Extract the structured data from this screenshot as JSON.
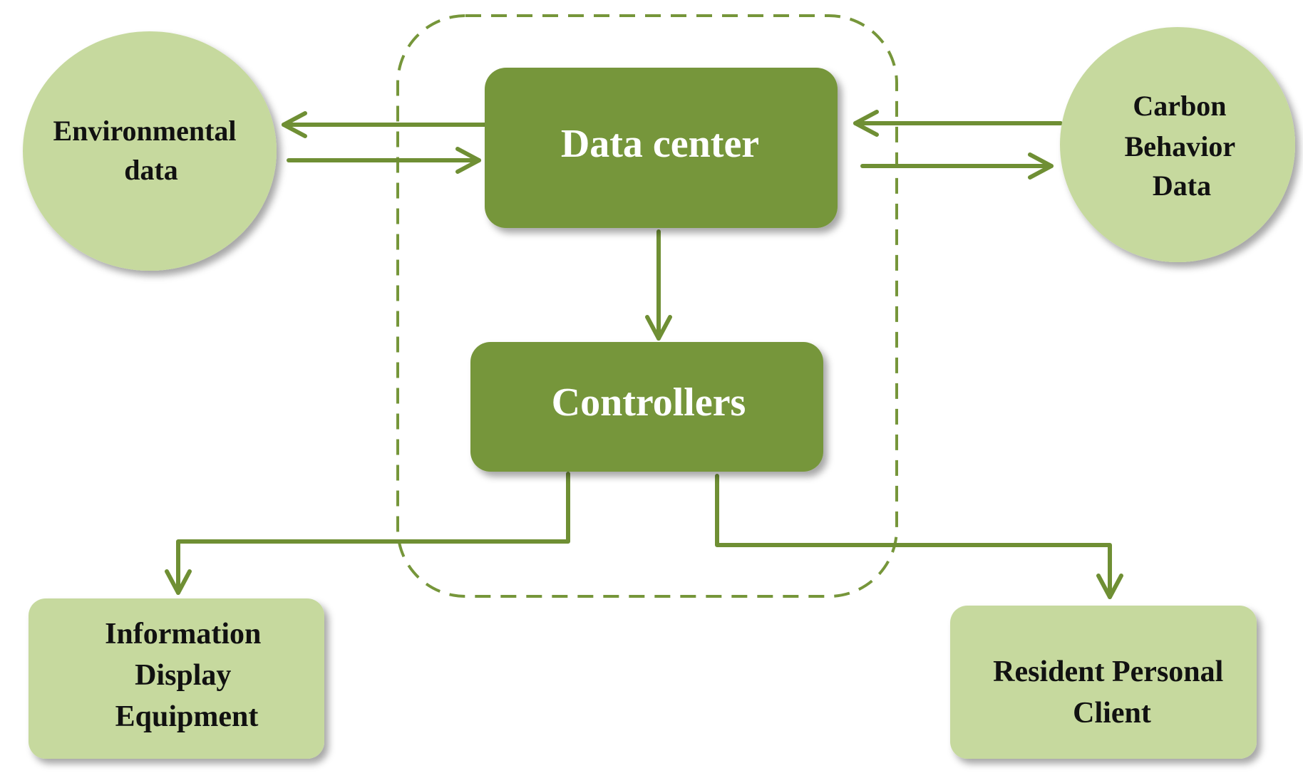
{
  "colors": {
    "dark_green": "#76963a",
    "light_green": "#c6d99e",
    "line_green": "#6f8f34",
    "dark_text": "#111111",
    "light_text": "#ffffff"
  },
  "nodes": {
    "environmental": {
      "lines": [
        "Environmental",
        "data"
      ]
    },
    "carbon": {
      "lines": [
        "Carbon",
        "Behavior",
        "Data"
      ]
    },
    "data_center": {
      "lines": [
        "Data center"
      ]
    },
    "controllers": {
      "lines": [
        "Controllers"
      ]
    },
    "information_display": {
      "lines": [
        "Information",
        "Display",
        "Equipment"
      ]
    },
    "resident_client": {
      "lines": [
        "Resident Personal",
        "Client"
      ]
    }
  }
}
